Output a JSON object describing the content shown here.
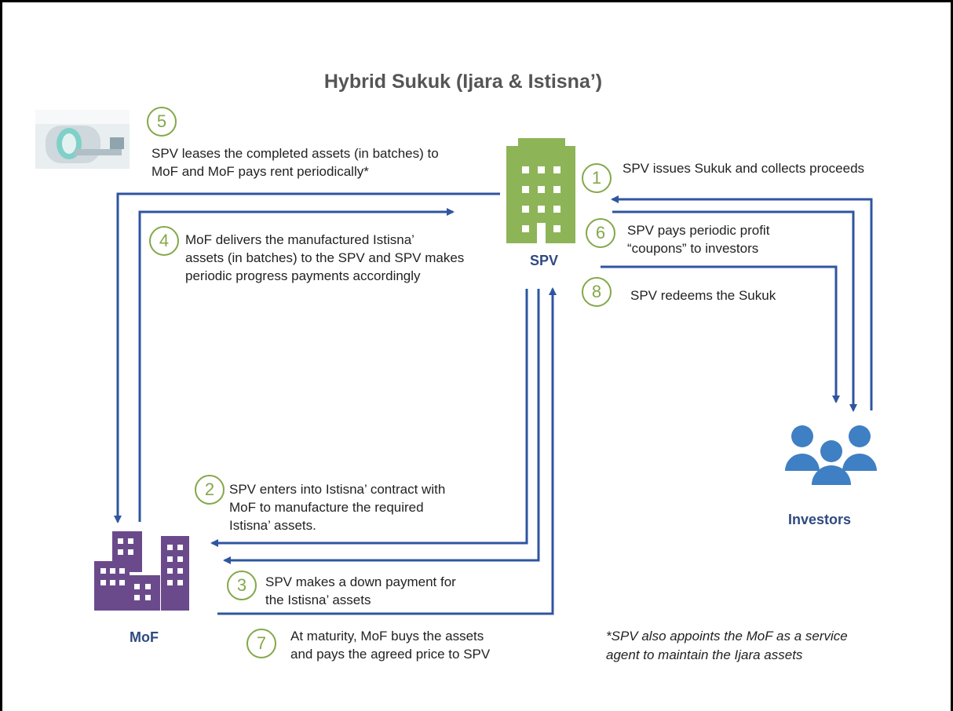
{
  "title": "Hybrid Sukuk (Ijara & Istisna’)",
  "entities": {
    "spv": "SPV",
    "mof": "MoF",
    "investors": "Investors"
  },
  "steps": [
    {
      "num": "1",
      "text": "SPV issues Sukuk and collects proceeds"
    },
    {
      "num": "2",
      "text": "SPV enters into Istisna’ contract with\nMoF to manufacture the required\nIstisna’ assets."
    },
    {
      "num": "3",
      "text": "SPV makes a down payment for\nthe Istisna’ assets"
    },
    {
      "num": "4",
      "text": "MoF delivers the manufactured Istisna’\nassets (in batches) to the SPV and SPV makes\nperiodic progress payments accordingly"
    },
    {
      "num": "5",
      "text": "SPV leases the completed assets (in batches) to\nMoF and MoF pays rent periodically*"
    },
    {
      "num": "6",
      "text": " SPV pays periodic profit\n“coupons” to investors"
    },
    {
      "num": "7",
      "text": "At maturity, MoF buys the assets\nand pays the agreed price to SPV"
    },
    {
      "num": "8",
      "text": "SPV redeems the Sukuk"
    }
  ],
  "footnote": "*SPV also appoints the MoF as a service\nagent to maintain the Ijara assets",
  "colors": {
    "arrow": "#2f55a0",
    "spv_building": "#8db457",
    "mof_building": "#6b4a8c",
    "investors": "#3f7fc4",
    "step_circle": "#84a84a"
  },
  "icons": {
    "spv": "office-building-icon",
    "mof": "city-buildings-icon",
    "investors": "people-group-icon",
    "asset": "mri-scanner-photo"
  }
}
